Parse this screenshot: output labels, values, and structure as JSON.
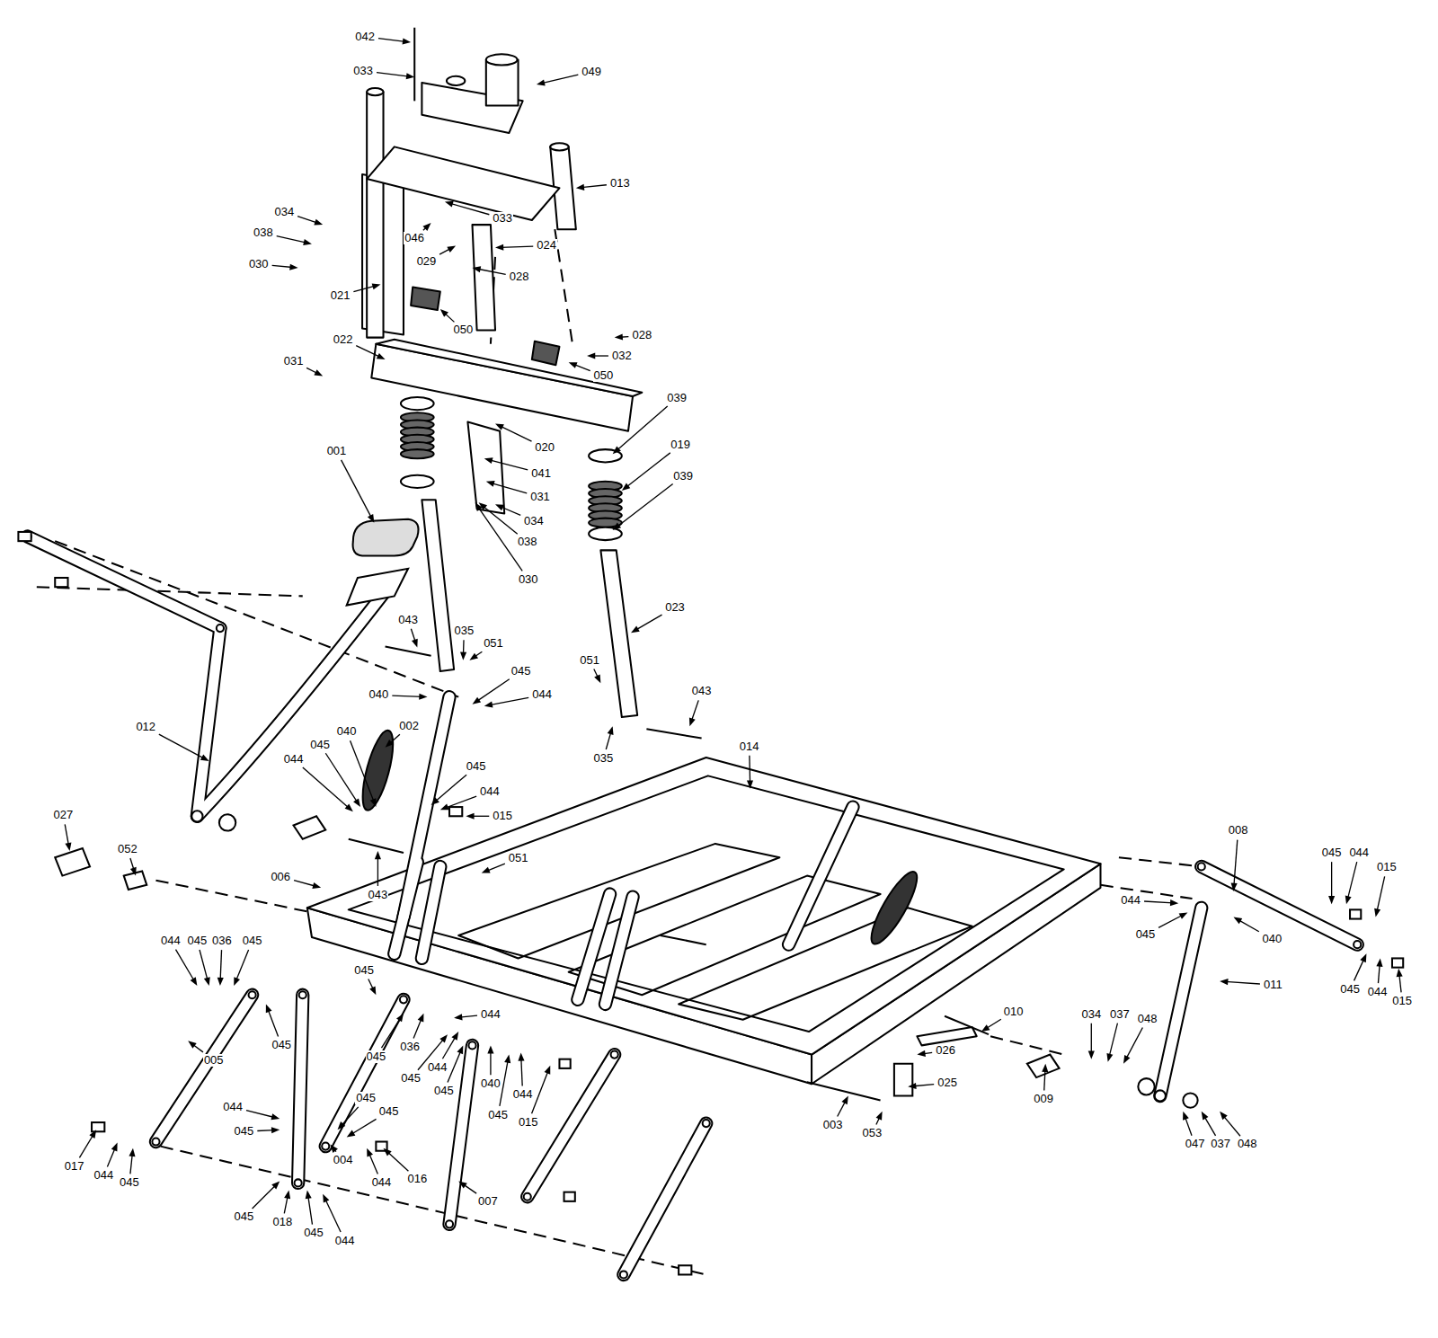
{
  "diagram": {
    "labels": [
      "042",
      "049",
      "033",
      "013",
      "033",
      "034",
      "038",
      "046",
      "029",
      "024",
      "030",
      "028",
      "021",
      "050",
      "028",
      "022",
      "032",
      "031",
      "050",
      "039",
      "019",
      "020",
      "039",
      "041",
      "001",
      "031",
      "034",
      "038",
      "030",
      "023",
      "043",
      "035",
      "051",
      "043",
      "051",
      "045",
      "040",
      "044",
      "002",
      "035",
      "014",
      "012",
      "040",
      "045",
      "044",
      "045",
      "044",
      "015",
      "027",
      "052",
      "051",
      "043",
      "006",
      "008",
      "045",
      "044",
      "015",
      "044",
      "045",
      "040",
      "045",
      "044",
      "015",
      "011",
      "044",
      "045",
      "036",
      "045",
      "045",
      "044",
      "010",
      "045",
      "036",
      "045",
      "045",
      "044",
      "045",
      "040",
      "044",
      "045",
      "015",
      "034",
      "037",
      "048",
      "026",
      "025",
      "009",
      "003",
      "053",
      "047",
      "037",
      "048",
      "005",
      "044",
      "045",
      "045",
      "045",
      "004",
      "044",
      "016",
      "017",
      "044",
      "045",
      "007",
      "045",
      "018",
      "045",
      "044"
    ]
  }
}
